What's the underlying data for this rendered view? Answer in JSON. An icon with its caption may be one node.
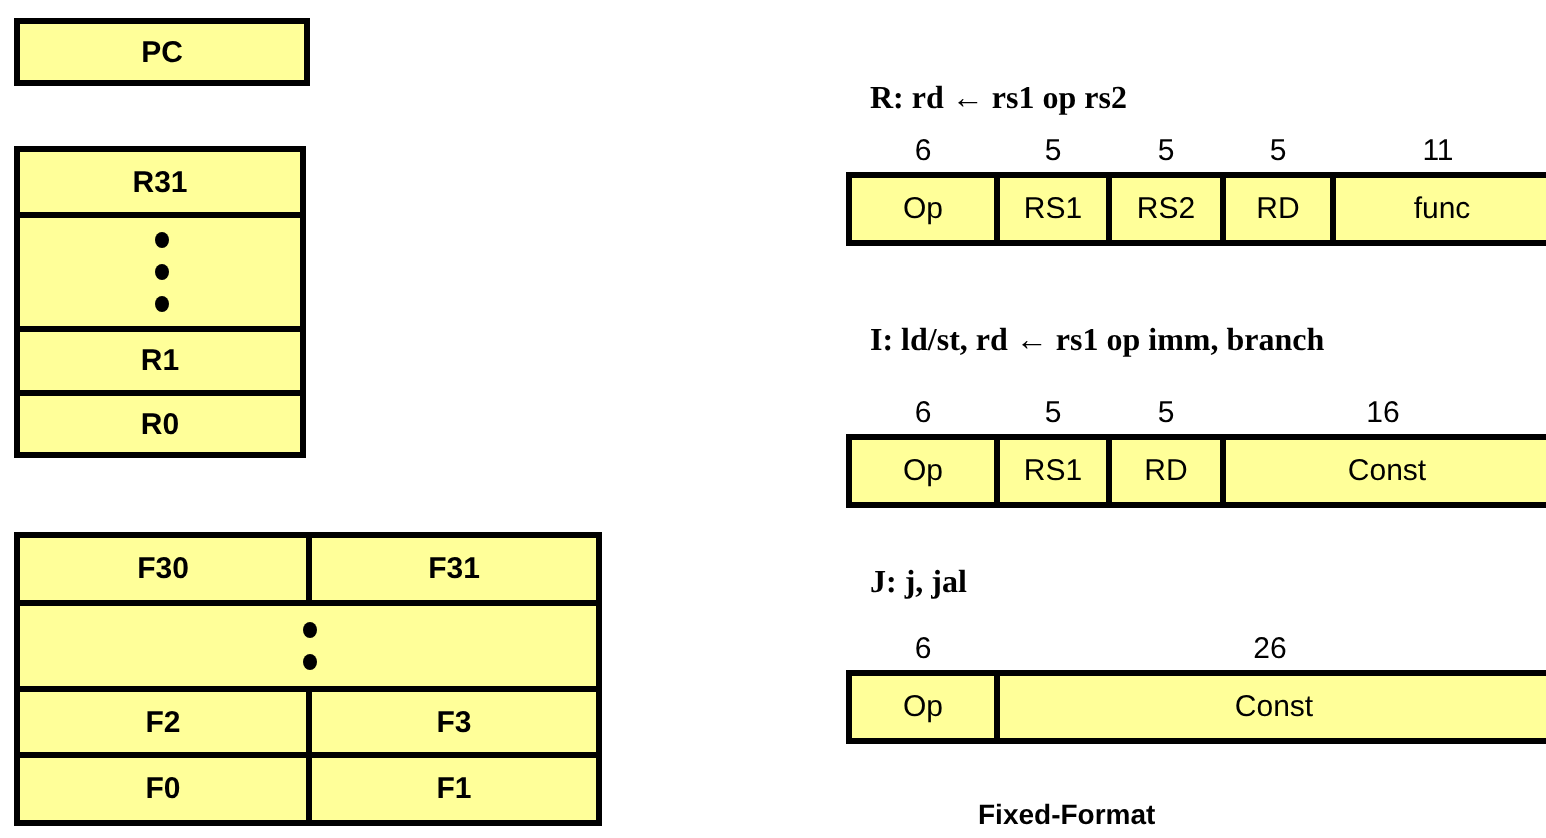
{
  "diagram": {
    "nodes": [
      {
        "text": [
          "PC"
        ]
      },
      {
        "text": [
          "R31"
        ]
      },
      {
        "text": [],
        "shape": "box"
      },
      {
        "text": [
          "R1"
        ]
      },
      {
        "text": [
          "R0"
        ]
      },
      {
        "text": [
          "F30"
        ]
      },
      {
        "text": [
          "F31"
        ]
      },
      {
        "text": [],
        "shape": "box"
      },
      {
        "text": [
          "F2"
        ]
      },
      {
        "text": [
          "F3"
        ]
      },
      {
        "text": [
          "F0"
        ]
      },
      {
        "text": [
          "F1"
        ]
      },
      {
        "text": [
          "Op"
        ],
        "beside": [
          "6"
        ]
      },
      {
        "text": [
          "RS1"
        ],
        "beside": [
          "5"
        ]
      },
      {
        "text": [
          "RS2"
        ],
        "beside": [
          "5"
        ]
      },
      {
        "text": [
          "RD"
        ],
        "beside": [
          "5"
        ]
      },
      {
        "text": [
          "func"
        ],
        "beside": [
          "11"
        ]
      },
      {
        "text": [
          "Op"
        ],
        "beside": [
          "6"
        ]
      },
      {
        "text": [
          "RS1"
        ],
        "beside": [
          "5"
        ]
      },
      {
        "text": [
          "RD"
        ],
        "beside": [
          "5"
        ]
      },
      {
        "text": [
          "Const"
        ],
        "beside": [
          "16"
        ]
      },
      {
        "text": [
          "Op"
        ],
        "beside": [
          "6"
        ]
      },
      {
        "text": [
          "Const"
        ],
        "beside": [
          "26"
        ]
      }
    ],
    "labels": [
      "R: rd ← rs1 op rs2",
      "I: ld/st, rd ← rs1 op imm, branch",
      "J: j, jal",
      "Fixed-Format"
    ]
  }
}
